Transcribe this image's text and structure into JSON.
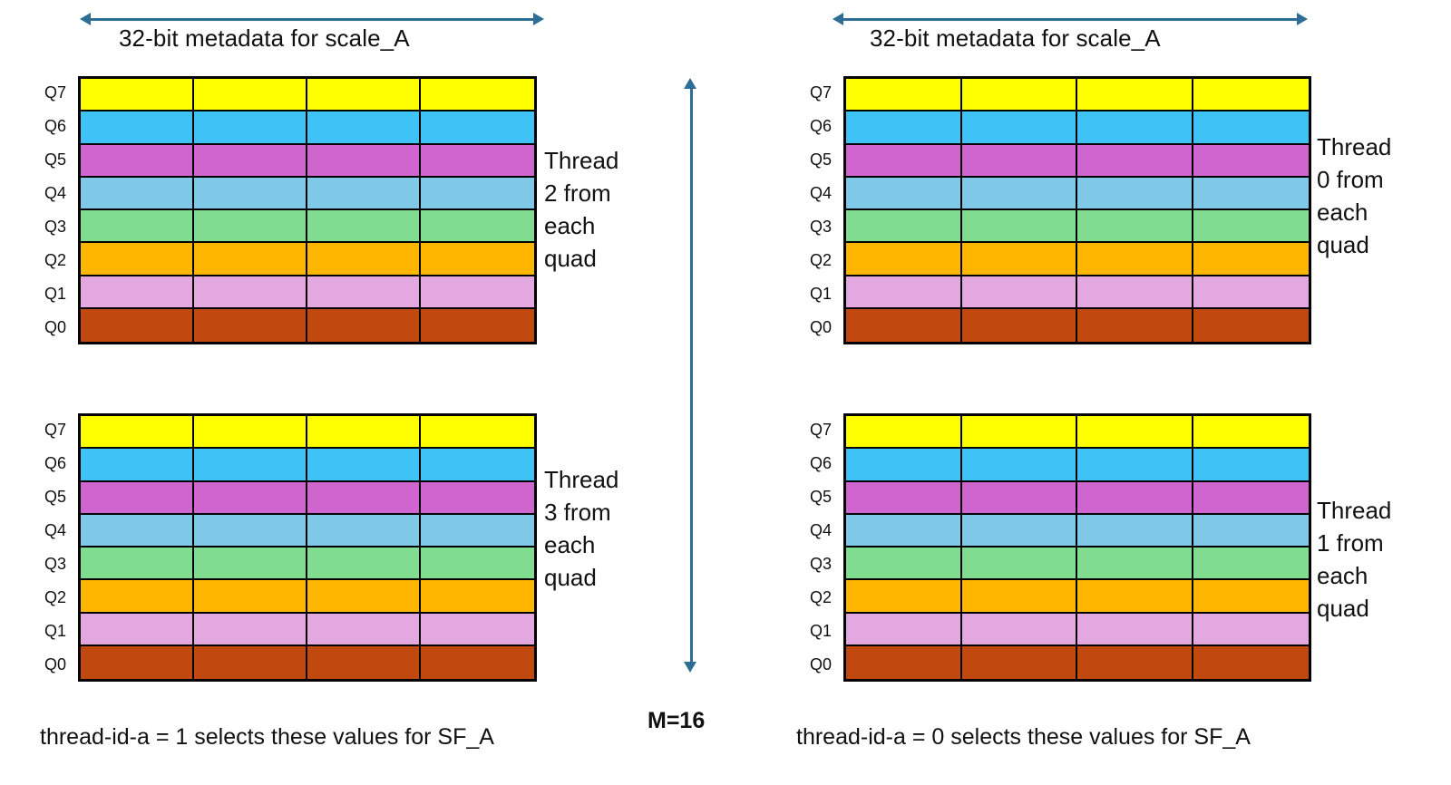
{
  "diagram": {
    "title_top_left": "32-bit metadata for scale_A",
    "title_top_right": "32-bit metadata for scale_A",
    "vertical_label": "M=16",
    "caption_left": "thread-id-a = 1 selects these values  for SF_A",
    "caption_right": "thread-id-a = 0 selects these values  for SF_A",
    "arrow_color": "#2e6e94",
    "border_color": "#000000",
    "background": "#ffffff",
    "columns": 4,
    "row_labels": [
      "Q7",
      "Q6",
      "Q5",
      "Q4",
      "Q3",
      "Q2",
      "Q1",
      "Q0"
    ],
    "row_colors": [
      "#ffff00",
      "#3fc3f7",
      "#d165cf",
      "#7fc8e8",
      "#80dd8f",
      "#ffb600",
      "#e3a8e0",
      "#c1490f"
    ],
    "blocks": [
      {
        "id": "top-left",
        "note_line1": "Thread",
        "note_line2": "2 from",
        "note_line3": "each",
        "note_line4": "quad"
      },
      {
        "id": "top-right",
        "note_line1": "Thread",
        "note_line2": "0 from",
        "note_line3": "each",
        "note_line4": "quad"
      },
      {
        "id": "bottom-left",
        "note_line1": "Thread",
        "note_line2": "3 from",
        "note_line3": "each",
        "note_line4": "quad"
      },
      {
        "id": "bottom-right",
        "note_line1": "Thread",
        "note_line2": "1 from",
        "note_line3": "each",
        "note_line4": "quad"
      }
    ]
  }
}
